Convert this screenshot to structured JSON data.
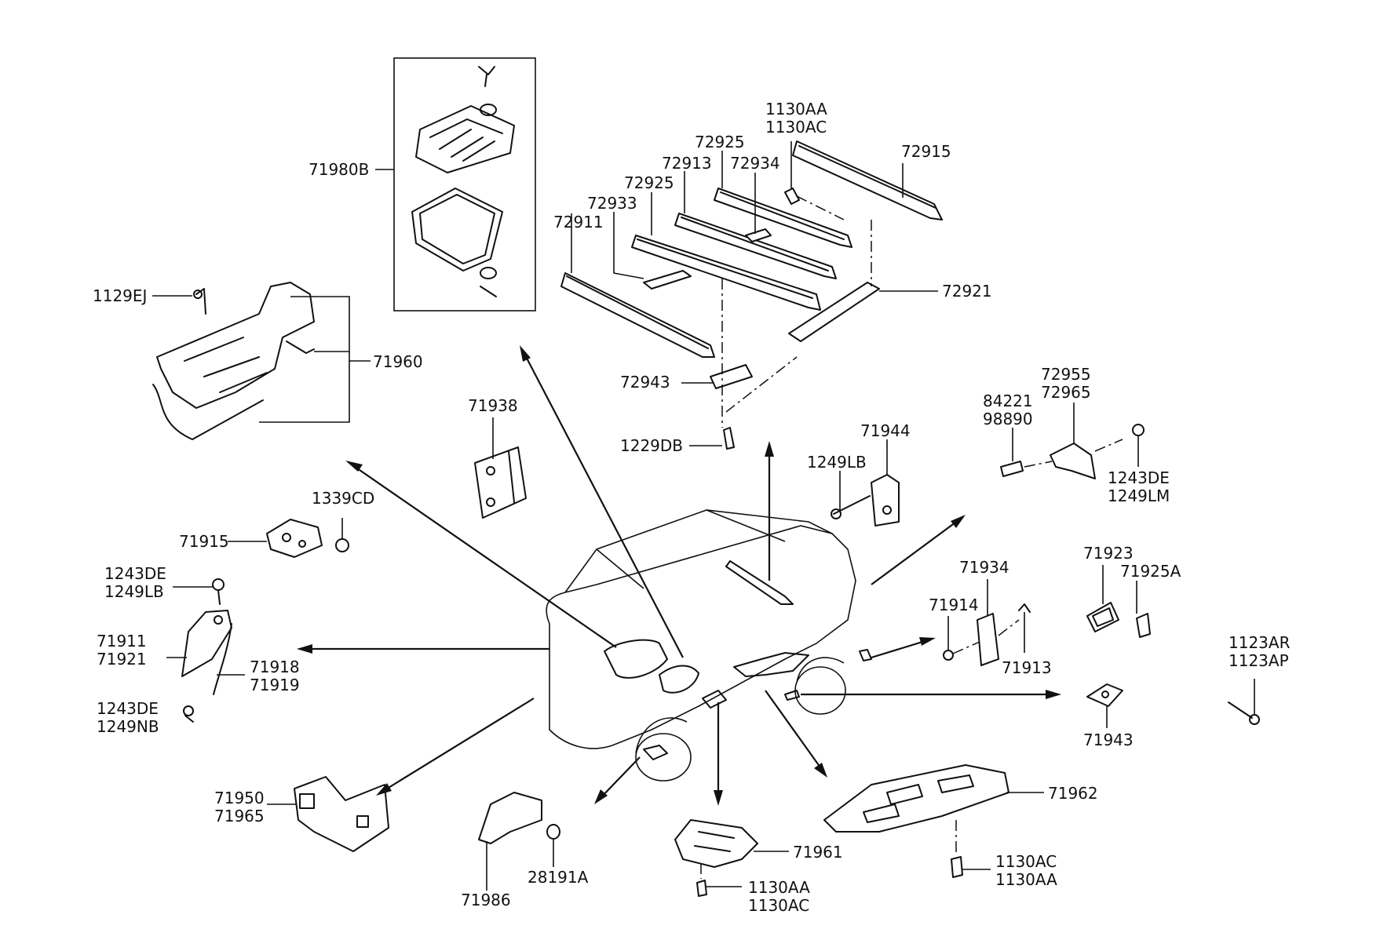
{
  "labels": {
    "p71980B": "71980B",
    "p1129EJ": "1129EJ",
    "p71960": "71960",
    "p1130AA_top": "1130AA",
    "p1130AC_top": "1130AC",
    "p72925_a": "72925",
    "p72915": "72915",
    "p72913": "72913",
    "p72934": "72934",
    "p72925_b": "72925",
    "p72933": "72933",
    "p72911": "72911",
    "p72921": "72921",
    "p72943": "72943",
    "p1229DB": "1229DB",
    "p71938": "71938",
    "p71944": "71944",
    "p1249LB_a": "1249LB",
    "p84221": "84221",
    "p98890": "98890",
    "p72955": "72955",
    "p72965": "72965",
    "p1243DE_a": "1243DE",
    "p1249LM": "1249LM",
    "p1339CD": "1339CD",
    "p71915": "71915",
    "p1243DE_b": "1243DE",
    "p1249LB_b": "1249LB",
    "p71911": "71911",
    "p71921": "71921",
    "p71918": "71918",
    "p71919": "71919",
    "p1243DE_c": "1243DE",
    "p1249NB": "1249NB",
    "p71934": "71934",
    "p71914": "71914",
    "p71913": "71913",
    "p71923": "71923",
    "p71925A": "71925A",
    "p71943": "71943",
    "p1123AR": "1123AR",
    "p1123AP": "1123AP",
    "p71950": "71950",
    "p71965": "71965",
    "p71986": "71986",
    "p28191A": "28191A",
    "p71961": "71961",
    "p1130AA_b": "1130AA",
    "p1130AC_b": "1130AC",
    "p71962": "71962",
    "p1130AC_c": "1130AC",
    "p1130AA_c": "1130AA"
  }
}
